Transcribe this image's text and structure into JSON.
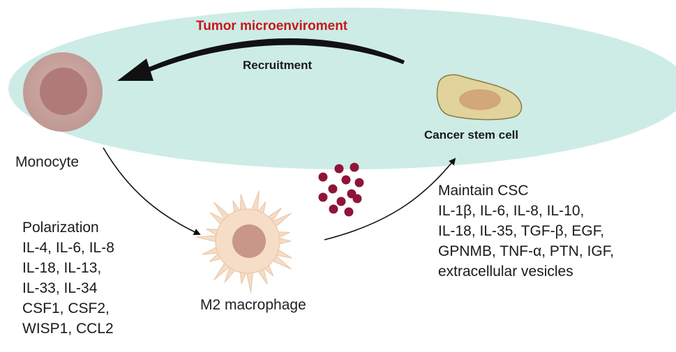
{
  "title": "Tumor microenviroment",
  "recruitment_label": "Recruitment",
  "monocyte_label": "Monocyte",
  "csc_label": "Cancer stem cell",
  "macrophage_label": "M2 macrophage",
  "polarization_lines": [
    "Polarization",
    "IL-4, IL-6, IL-8",
    "IL-18, IL-13,",
    "IL-33, IL-34",
    "CSF1, CSF2,",
    "WISP1, CCL2"
  ],
  "maintain_lines": [
    "Maintain CSC",
    "IL-1β, IL-6, IL-8, IL-10,",
    "IL-18, IL-35, TGF-β, EGF,",
    "GPNMB, TNF-α, PTN, IGF,",
    "extracellular vesicles"
  ],
  "colors": {
    "environment": "#cdece6",
    "title": "#c8171e",
    "monocyte_outer": "#c9a4a0",
    "monocyte_inner": "#b27c7a",
    "csc_body": "#ddd09a",
    "csc_nucleus": "#cfa478",
    "macrophage_body": "#f6ddc7",
    "macrophage_nucleus": "#c9968a",
    "vesicle": "#8e1538"
  }
}
